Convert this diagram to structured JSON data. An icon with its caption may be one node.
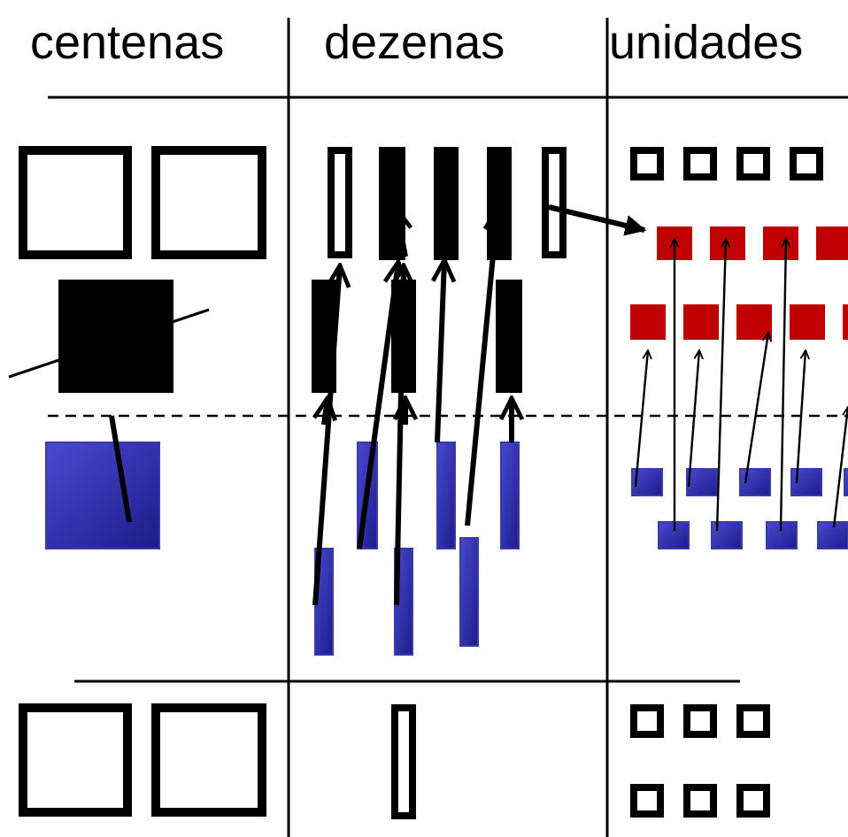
{
  "diagram": {
    "labels": [
      "centenas",
      "dezenas",
      "unidades"
    ]
  }
}
